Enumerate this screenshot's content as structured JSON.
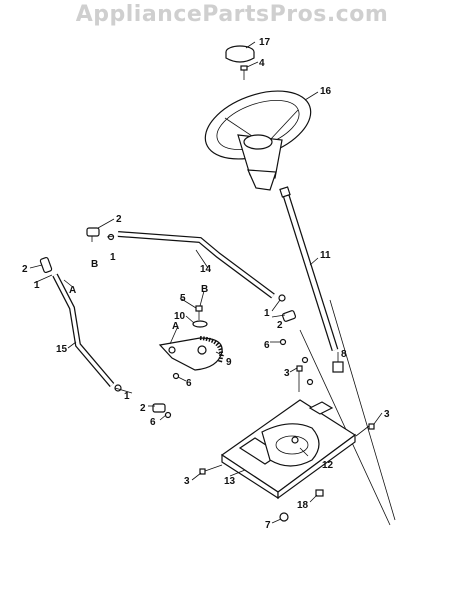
{
  "watermark": "AppliancePartsPros.com",
  "callouts": {
    "c1a": "1",
    "c1b": "1",
    "c1c": "1",
    "c1d": "1",
    "c2a": "2",
    "c2b": "2",
    "c2c": "2",
    "c2d": "2",
    "c3a": "3",
    "c3b": "3",
    "c3c": "3",
    "c4": "4",
    "c5": "5",
    "c6a": "6",
    "c6b": "6",
    "c6c": "6",
    "c7": "7",
    "c8": "8",
    "c9": "9",
    "c10": "10",
    "c11": "11",
    "c12": "12",
    "c13": "13",
    "c14": "14",
    "c15": "15",
    "c16": "16",
    "c17": "17",
    "c18": "18",
    "cAa": "A",
    "cAb": "A",
    "cBa": "B",
    "cBb": "B"
  }
}
